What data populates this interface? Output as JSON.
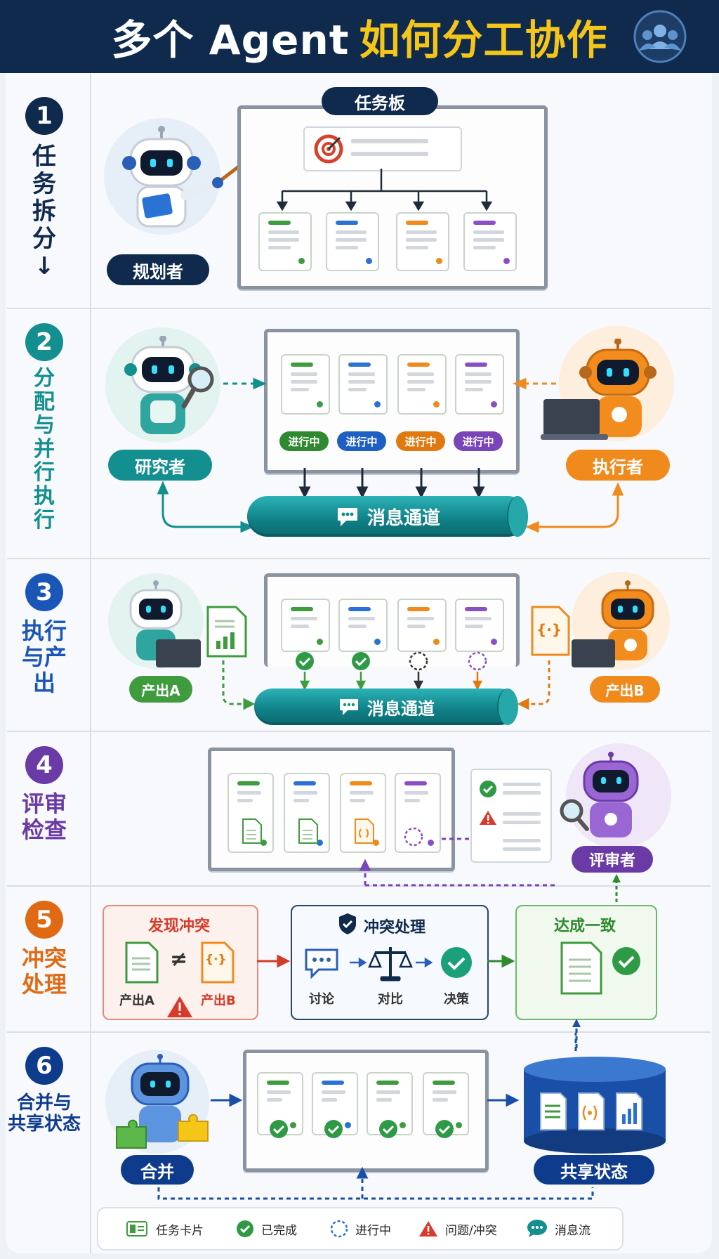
{
  "header": {
    "title_part1": "多个 Agent",
    "title_part2": "如何分工协作",
    "team_icon": "team-icon"
  },
  "steps": [
    {
      "num": "1",
      "label": "任\n务\n拆\n分\n↓",
      "color": "#0f2a4d"
    },
    {
      "num": "2",
      "label": "分\n配\n与\n并\n行\n执\n行",
      "color": "#138f8f"
    },
    {
      "num": "3",
      "label": "执行\n与产\n出",
      "color": "#1a56b8"
    },
    {
      "num": "4",
      "label": "评审\n检查",
      "color": "#6a3aa7"
    },
    {
      "num": "5",
      "label": "冲突\n处理",
      "color": "#e06a14"
    },
    {
      "num": "6",
      "label": "合并与\n共享状态",
      "color": "#0f3b8c"
    }
  ],
  "section1": {
    "planner": "规划者",
    "board_title": "任务板"
  },
  "section2": {
    "researcher": "研究者",
    "executor": "执行者",
    "status": [
      "进行中",
      "进行中",
      "进行中",
      "进行中"
    ],
    "channel": "消息通道"
  },
  "section3": {
    "output_a": "产出A",
    "output_b": "产出B",
    "channel": "消息通道",
    "code_glyph": "{·}"
  },
  "section4": {
    "reviewer": "评审者"
  },
  "section5": {
    "conflict_title": "发现冲突",
    "output_a": "产出A",
    "output_b": "产出B",
    "neq": "≠",
    "resolve_title": "冲突处理",
    "discuss": "讨论",
    "compare": "对比",
    "decide": "决策",
    "consensus": "达成一致"
  },
  "section6": {
    "merge": "合并",
    "shared": "共享状态"
  },
  "legend": {
    "card": "任务卡片",
    "done": "已完成",
    "progress": "进行中",
    "issue": "问题/冲突",
    "message": "消息流"
  },
  "colors": {
    "green": "#3e9b3e",
    "blue": "#2a72d4",
    "orange": "#f08a1c",
    "purple": "#8a4fc4",
    "teal": "#138f8f",
    "navy": "#0f2a4d"
  }
}
